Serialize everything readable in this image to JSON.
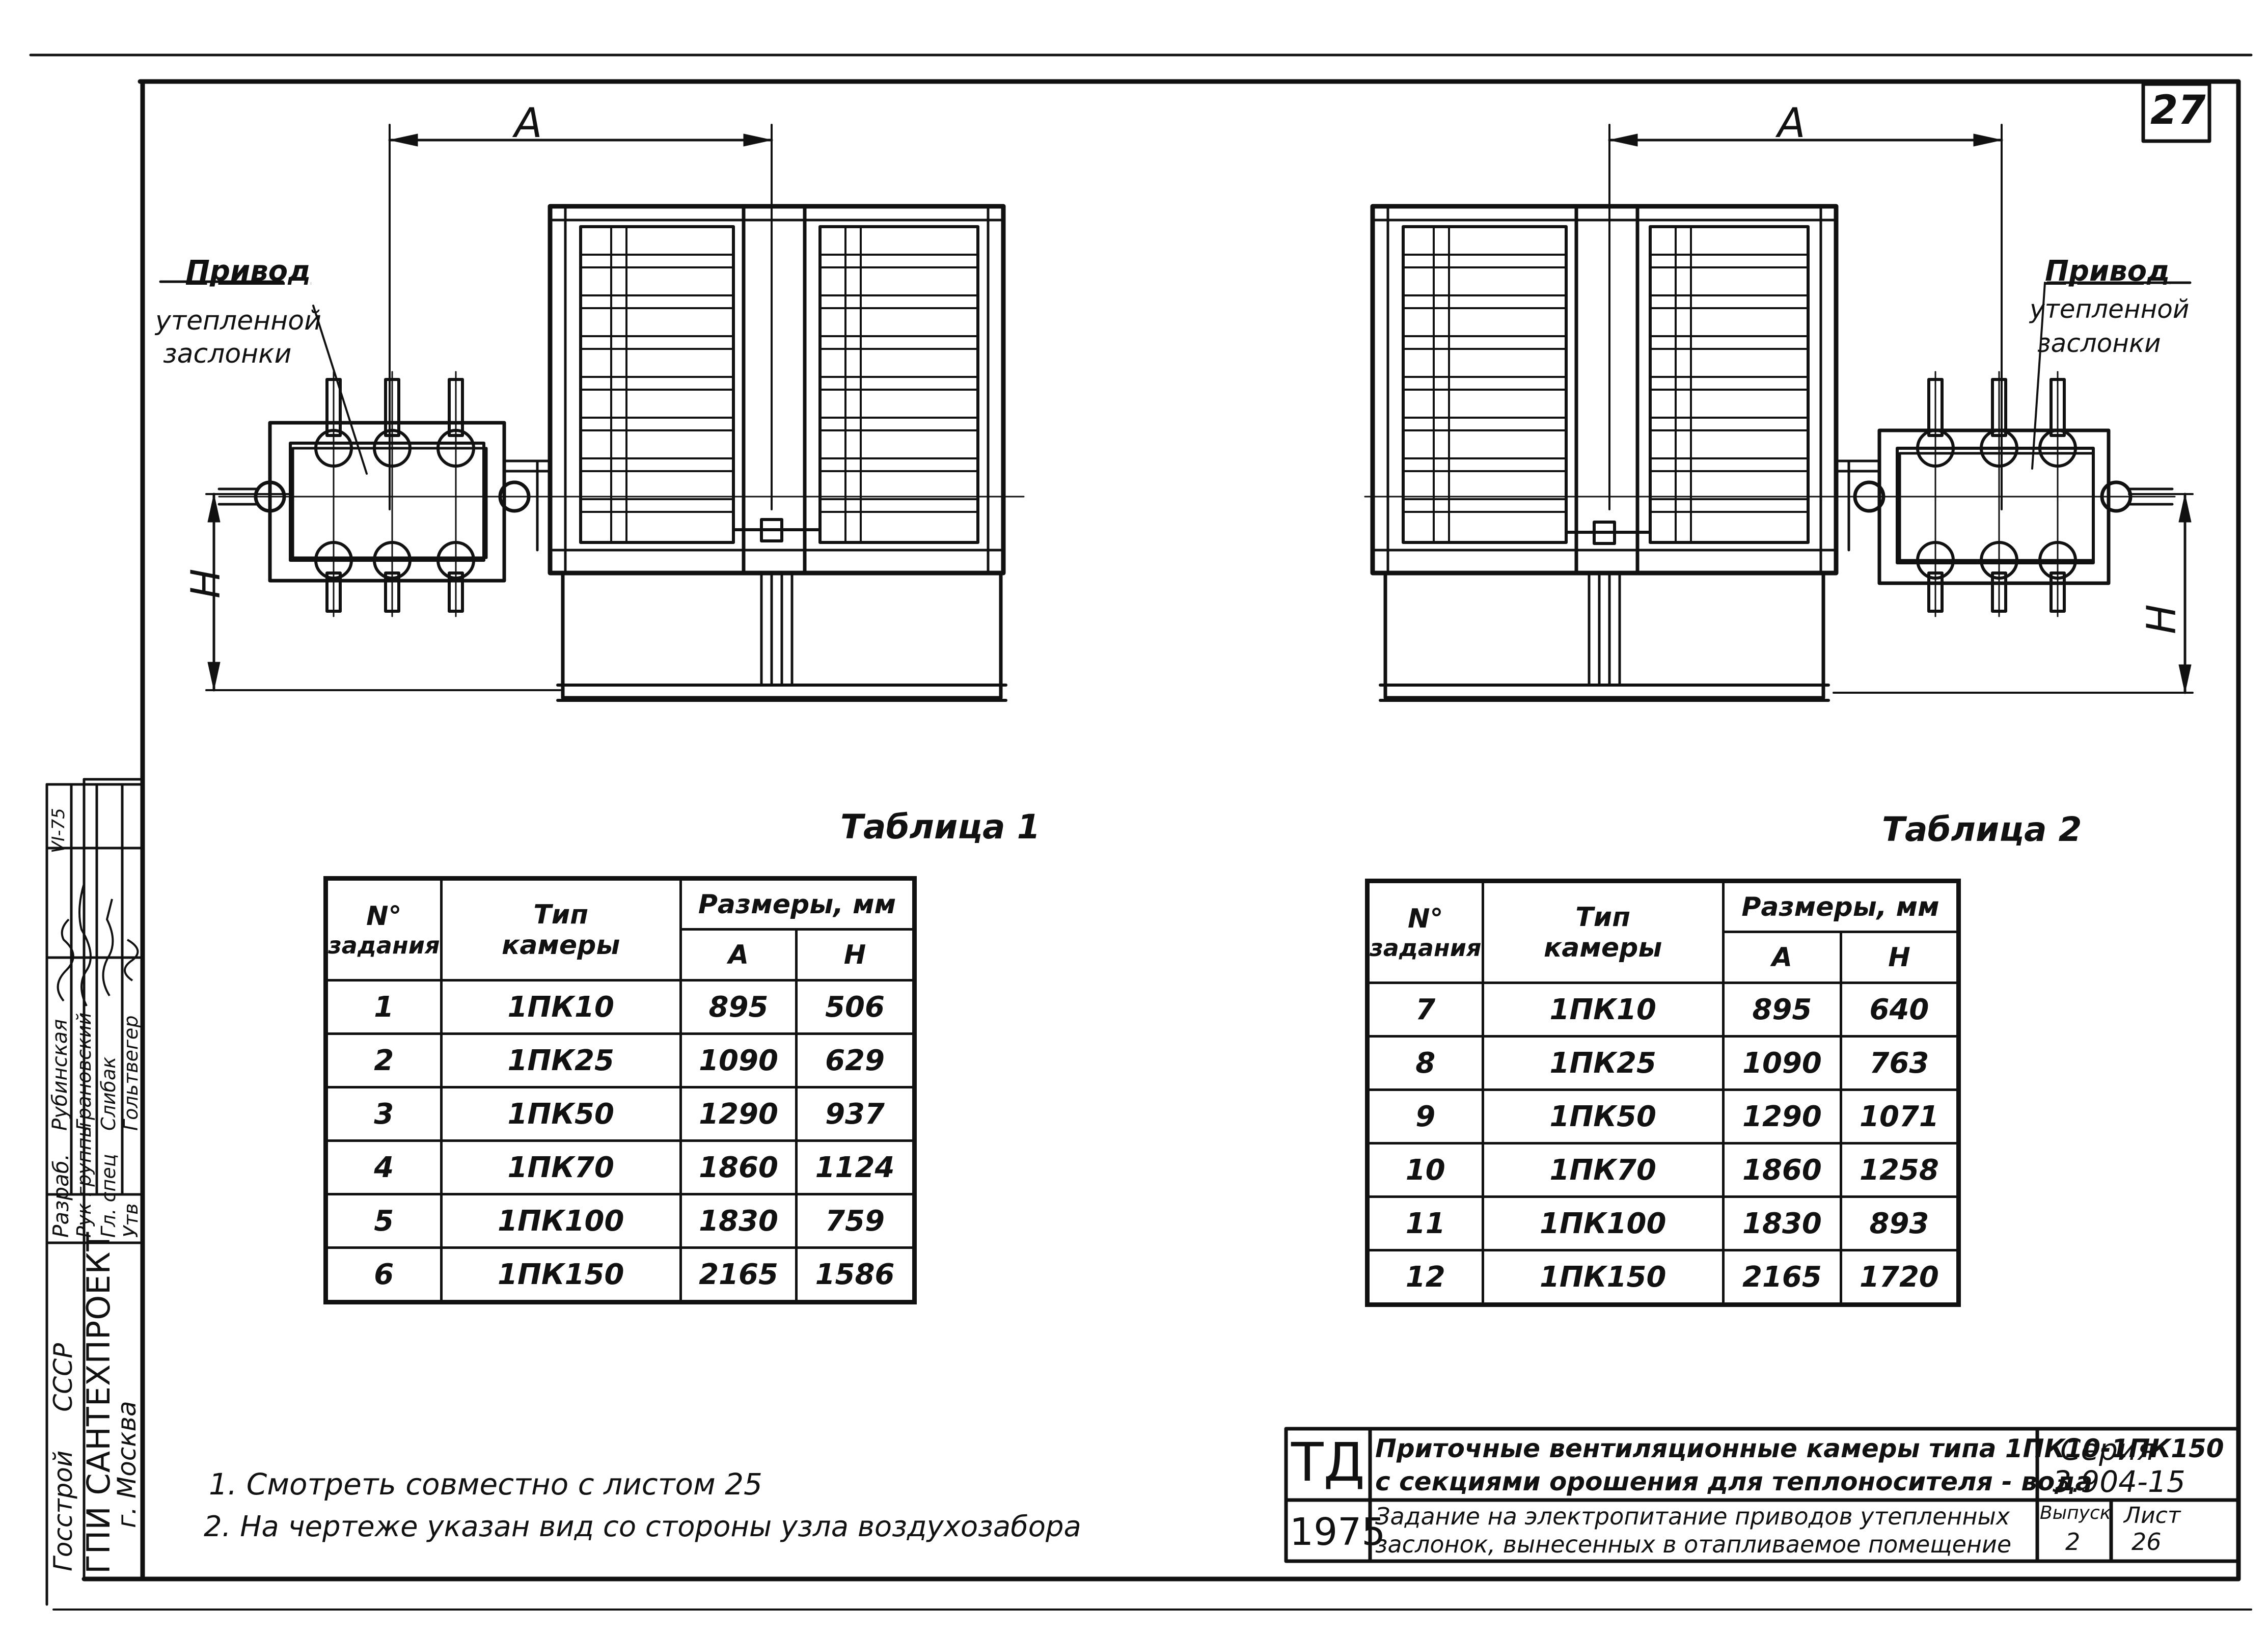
{
  "sheet_number": "27",
  "dimension_labels": {
    "width": "A",
    "height": "H"
  },
  "callout_left": [
    "Привод",
    "утепленной",
    "заслонки"
  ],
  "callout_right": [
    "Привод",
    "утепленной",
    "заслонки"
  ],
  "table1": {
    "caption": "Таблица 1",
    "headers": {
      "num_line1": "N°",
      "num_line2": "задания",
      "type_line1": "Тип",
      "type_line2": "камеры",
      "sizes": "Размеры, мм",
      "a": "A",
      "h": "H"
    },
    "rows": [
      {
        "num": "1",
        "type": "1ПК10",
        "a": "895",
        "h": "506"
      },
      {
        "num": "2",
        "type": "1ПК25",
        "a": "1090",
        "h": "629"
      },
      {
        "num": "3",
        "type": "1ПК50",
        "a": "1290",
        "h": "937"
      },
      {
        "num": "4",
        "type": "1ПК70",
        "a": "1860",
        "h": "1124"
      },
      {
        "num": "5",
        "type": "1ПК100",
        "a": "1830",
        "h": "759"
      },
      {
        "num": "6",
        "type": "1ПК150",
        "a": "2165",
        "h": "1586"
      }
    ]
  },
  "table2": {
    "caption": "Таблица 2",
    "headers": {
      "num_line1": "N°",
      "num_line2": "задания",
      "type_line1": "Тип",
      "type_line2": "камеры",
      "sizes": "Размеры, мм",
      "a": "A",
      "h": "H"
    },
    "rows": [
      {
        "num": "7",
        "type": "1ПК10",
        "a": "895",
        "h": "640"
      },
      {
        "num": "8",
        "type": "1ПК25",
        "a": "1090",
        "h": "763"
      },
      {
        "num": "9",
        "type": "1ПК50",
        "a": "1290",
        "h": "1071"
      },
      {
        "num": "10",
        "type": "1ПК70",
        "a": "1860",
        "h": "1258"
      },
      {
        "num": "11",
        "type": "1ПК100",
        "a": "1830",
        "h": "893"
      },
      {
        "num": "12",
        "type": "1ПК150",
        "a": "2165",
        "h": "1720"
      }
    ]
  },
  "notes": [
    "1. Смотреть совместно с листом 25",
    "2. На чертеже указан вид со стороны узла воздухозабора"
  ],
  "side_stamp": {
    "org_line1": "Госстрой СССР",
    "org_line2": "ГПИ САНТЕХПРОЕКТ",
    "org_line3": "г. Москва",
    "roles": [
      "Разраб.",
      "Рук группы",
      "Гл. спец",
      "Утв"
    ],
    "names": [
      "Рубинская",
      "Грановский",
      "Слибак",
      "Гольтвегер"
    ],
    "date": "VI-75"
  },
  "title_block": {
    "code": "ТД",
    "year": "1975",
    "title_line1": "Приточные вентиляционные камеры типа 1ПК10-1ПК150",
    "title_line2": "с секциями орошения для теплоносителя - вода",
    "subtitle_line1": "Задание на электропитание приводов утепленных",
    "subtitle_line2": "заслонок, вынесенных в отапливаемое помещение",
    "series_label": "Серия",
    "series_value": "3.904-15",
    "issue_label": "Выпуск",
    "issue_value": "2",
    "sheet_label": "Лист",
    "sheet_value": "26"
  }
}
